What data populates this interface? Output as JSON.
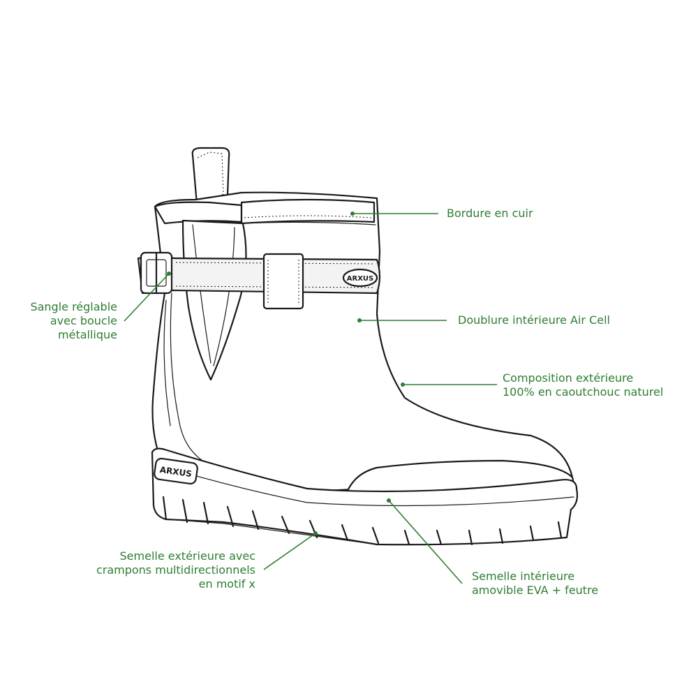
{
  "colors": {
    "accent": "#2e7d32",
    "ink": "#1a1a1a",
    "background": "#ffffff"
  },
  "boot": {
    "logo_strap": "ARXUS",
    "logo_heel": "ARXUS"
  },
  "callouts": {
    "bordure": {
      "lines": [
        "Bordure en cuir"
      ]
    },
    "sangle": {
      "lines": [
        "Sangle réglable",
        "avec boucle",
        "métallique"
      ]
    },
    "doublure": {
      "lines": [
        "Doublure intérieure Air Cell"
      ]
    },
    "composition": {
      "lines": [
        "Composition extérieure",
        "100% en caoutchouc naturel"
      ]
    },
    "semelle_ext": {
      "lines": [
        "Semelle extérieure avec",
        "crampons multidirectionnels",
        "en motif x"
      ]
    },
    "semelle_int": {
      "lines": [
        "Semelle intérieure",
        "amovible EVA + feutre"
      ]
    }
  }
}
